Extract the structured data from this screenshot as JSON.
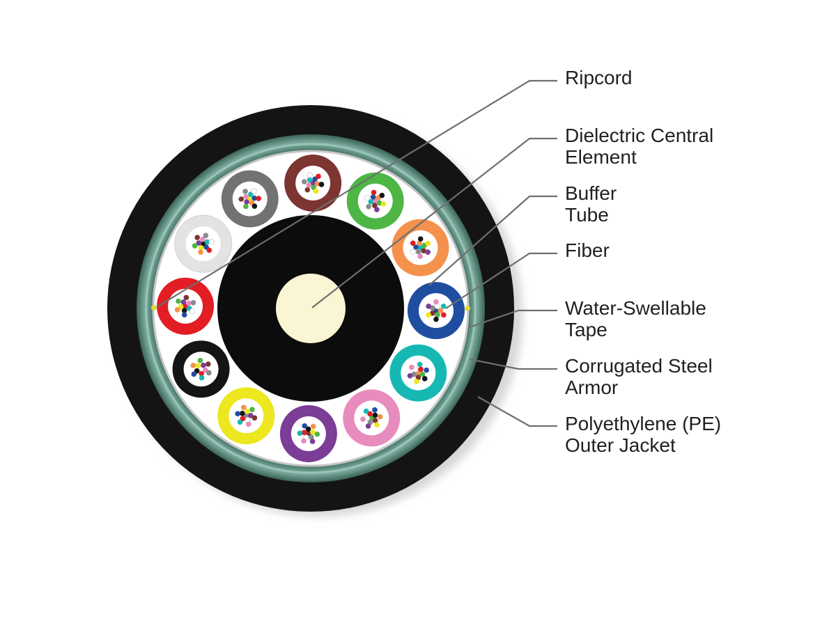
{
  "diagram": {
    "labels": [
      {
        "key": "ripcord",
        "text": "Ripcord"
      },
      {
        "key": "dielectric_central_element",
        "text": "Dielectric Central\nElement"
      },
      {
        "key": "buffer_tube",
        "text": "Buffer\nTube"
      },
      {
        "key": "fiber",
        "text": "Fiber"
      },
      {
        "key": "water_swellable_tape",
        "text": "Water-Swellable\nTape"
      },
      {
        "key": "corrugated_steel_armor",
        "text": "Corrugated Steel\nArmor"
      },
      {
        "key": "pe_outer_jacket",
        "text": "Polyethylene (PE)\nOuter Jacket"
      }
    ],
    "colors": {
      "outer_jacket": "#141414",
      "armor": "#5f8f80",
      "tape": "#ffffff",
      "central_jacket": "#0c0c0c",
      "central_element": "#faf5d2",
      "leader_line": "#6d6e70",
      "label_text": "#231f20"
    },
    "buffer_tubes": [
      {
        "color": "#1f4ea1"
      },
      {
        "color": "#17b8b4"
      },
      {
        "color": "#e88bbd"
      },
      {
        "color": "#7b3d95"
      },
      {
        "color": "#ece71f"
      },
      {
        "color": "#141414"
      },
      {
        "color": "#e31d24"
      },
      {
        "color": "#e3e3e6"
      },
      {
        "color": "#727273"
      },
      {
        "color": "#7c3531"
      },
      {
        "color": "#4db645"
      },
      {
        "color": "#f4914c"
      }
    ],
    "fiber_colors": [
      "#1f4ea1",
      "#f4914c",
      "#4db645",
      "#7c3531",
      "#8a8a8a",
      "#ffffff",
      "#e31d24",
      "#141414",
      "#ece71f",
      "#7b3d95",
      "#e88bbd",
      "#17b8b4"
    ]
  }
}
